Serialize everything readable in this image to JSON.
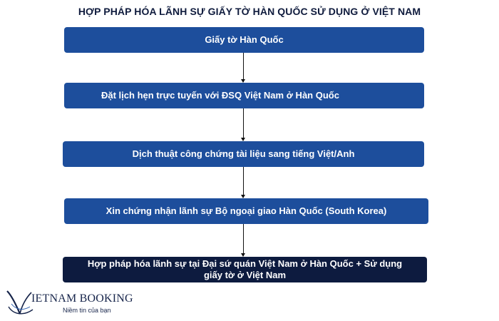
{
  "title": "HỢP PHÁP HÓA LÃNH SỰ GIẤY TỜ  HÀN QUỐC  SỬ DỤNG Ở VIỆT NAM",
  "steps": [
    "Giấy tờ Hàn Quốc",
    "Đặt lịch hẹn trực tuyến với ĐSQ Việt Nam ở Hàn Quốc",
    "Dịch thuật công chứng tài liệu sang tiếng Việt/Anh",
    "Xin chứng nhận lãnh sự Bộ ngoại giao Hàn Quốc (South Korea)",
    "Hợp pháp hóa lãnh sự tại Đại sứ quán Việt Nam ở Hàn Quốc + Sử dụng giấy tờ ở Việt Nam"
  ],
  "logo": {
    "name": "IETNAM BOOKING",
    "tagline": "Niềm tin của bạn",
    "icon": "swoosh-v-icon"
  },
  "colors": {
    "box": "#1d4e9c",
    "final_box": "#0d1b3f",
    "text": "#0f1b3d"
  }
}
